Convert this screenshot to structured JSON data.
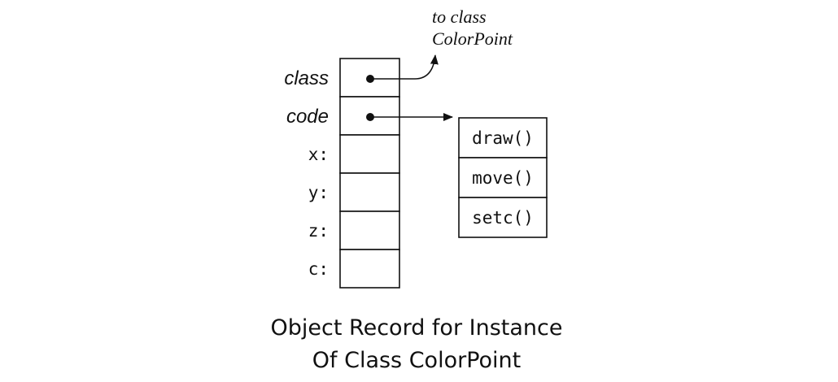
{
  "record": {
    "fields": [
      {
        "label": "class",
        "style": "italic",
        "pointer": true
      },
      {
        "label": "code",
        "style": "italic",
        "pointer": true
      },
      {
        "label": "x:",
        "style": "mono",
        "pointer": false
      },
      {
        "label": "y:",
        "style": "mono",
        "pointer": false
      },
      {
        "label": "z:",
        "style": "mono",
        "pointer": false
      },
      {
        "label": "c:",
        "style": "mono",
        "pointer": false
      }
    ]
  },
  "class_note": {
    "line1": "to class",
    "line2": "ColorPoint"
  },
  "method_table": {
    "methods": [
      "draw()",
      "move()",
      "setc()"
    ]
  },
  "caption": {
    "line1": "Object Record for Instance",
    "line2": "Of Class ColorPoint"
  }
}
